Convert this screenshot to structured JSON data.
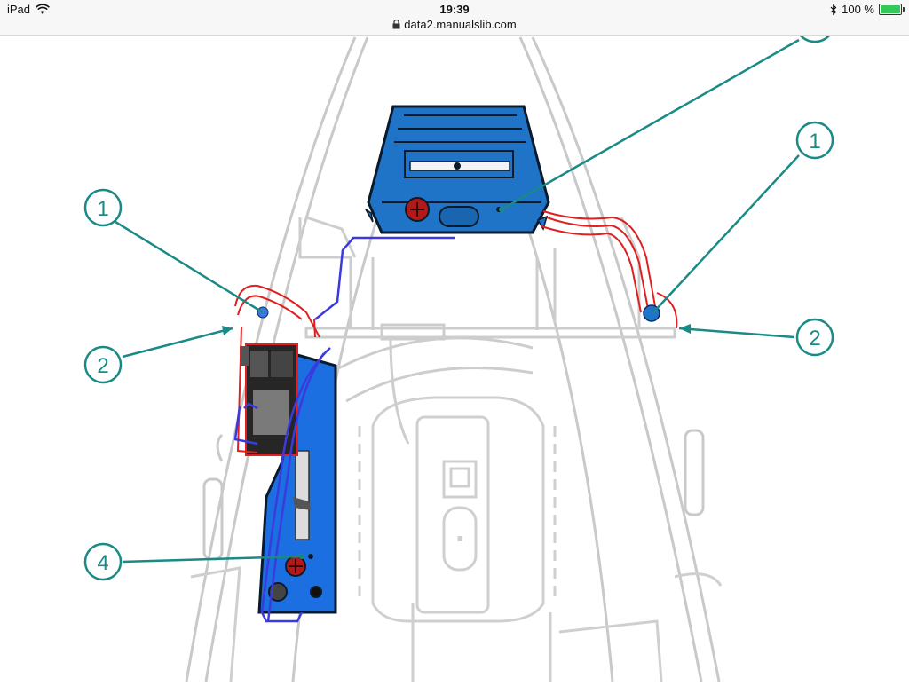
{
  "status_bar": {
    "device": "iPad",
    "time": "19:39",
    "url": "data2.manualslib.com",
    "battery_percent_label": "100 %",
    "battery_level": 1.0,
    "icons": [
      "wifi-icon",
      "lock-icon",
      "bluetooth-icon",
      "battery-icon"
    ]
  },
  "diagram": {
    "callouts": {
      "c1_left": "1",
      "c1_right": "1",
      "c2_left": "2",
      "c2_right": "2",
      "c4": "4"
    },
    "colors": {
      "outline": "#c9c9c9",
      "unit_blue": "#1f74c8",
      "panel_blue": "#1b6fe0",
      "cable_red": "#e02020",
      "cable_blue": "#3a3ae0",
      "leader": "#1a8a86"
    }
  }
}
